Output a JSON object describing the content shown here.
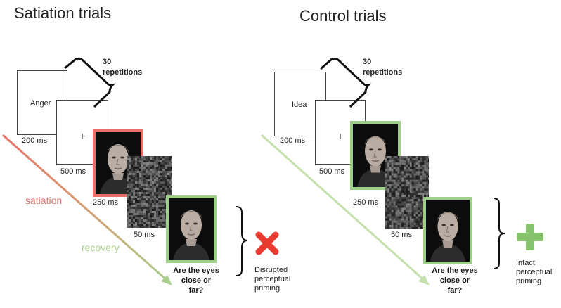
{
  "left": {
    "title": "Satiation trials",
    "prime_word": "Anger",
    "reps_count": "30",
    "reps_label": "repetitions",
    "fixation": "+",
    "t1": "200 ms",
    "t2": "500 ms",
    "t3": "250 ms",
    "t4": "50 ms",
    "axis_start": "satiation",
    "axis_end": "recovery",
    "q1": "Are the eyes",
    "q2": "close or",
    "q3": "far?",
    "outcome_l1": "Disrupted",
    "outcome_l2": "perceptual",
    "outcome_l3": "priming",
    "target_frame_color": "#e8706a",
    "outcome_icon": "cross-icon",
    "outcome_color": "#e83a2e"
  },
  "right": {
    "title": "Control trials",
    "prime_word": "Idea",
    "reps_count": "30",
    "reps_label": "repetitions",
    "fixation": "+",
    "t1": "200 ms",
    "t2": "500 ms",
    "t3": "250 ms",
    "t4": "50 ms",
    "q1": "Are the eyes",
    "q2": "close or",
    "q3": "far?",
    "outcome_l1": "Intact",
    "outcome_l2": "perceptual",
    "outcome_l3": "priming",
    "target_frame_color": "#9fce8a",
    "outcome_icon": "plus-icon",
    "outcome_color": "#86c36c"
  },
  "colors": {
    "satiation": "#e4736b",
    "recovery": "#a8cf8e",
    "frame_green": "#9fce8a"
  }
}
